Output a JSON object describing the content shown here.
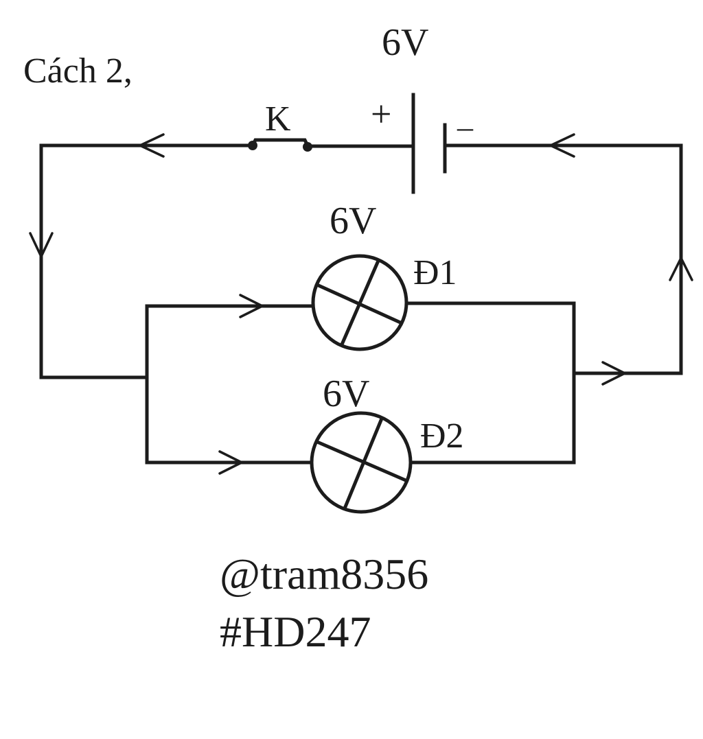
{
  "heading": "Cách 2,",
  "battery": {
    "voltage": "6V",
    "plus": "+",
    "minus": "–"
  },
  "switch_label": "K",
  "lamps": [
    {
      "voltage": "6V",
      "name": "Đ1"
    },
    {
      "voltage": "6V",
      "name": "Đ2"
    }
  ],
  "credits": {
    "author": "@tram8356",
    "tag": "#HD247"
  },
  "colors": {
    "ink": "#1c1c1c",
    "background": "#ffffff"
  }
}
